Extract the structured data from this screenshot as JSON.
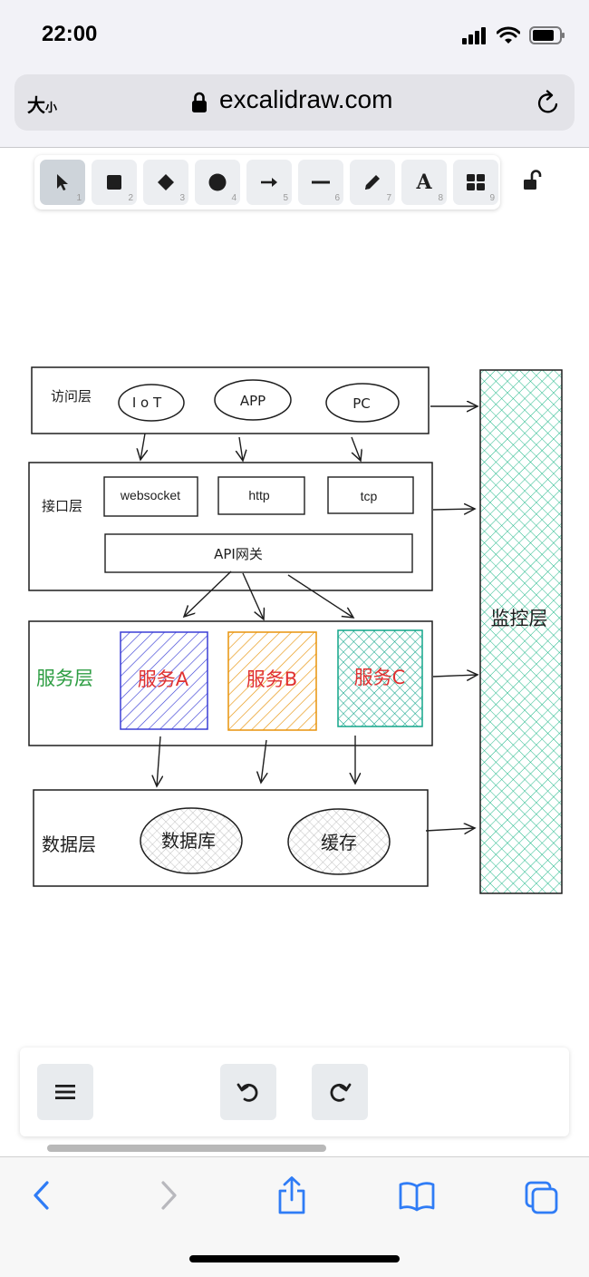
{
  "status_bar": {
    "time": "22:00"
  },
  "address_bar": {
    "text_size_label": "大",
    "text_size_small": "小",
    "url": "excalidraw.com"
  },
  "toolbar": {
    "tools": [
      {
        "icon": "pointer-icon",
        "num": "1"
      },
      {
        "icon": "rectangle-icon",
        "num": "2"
      },
      {
        "icon": "diamond-icon",
        "num": "3"
      },
      {
        "icon": "ellipse-icon",
        "num": "4"
      },
      {
        "icon": "arrow-icon",
        "num": "5"
      },
      {
        "icon": "line-icon",
        "num": "6"
      },
      {
        "icon": "pencil-icon",
        "num": "7"
      },
      {
        "icon": "text-icon",
        "num": "8",
        "glyph": "A"
      },
      {
        "icon": "library-icon",
        "num": "9"
      }
    ]
  },
  "diagram": {
    "access_layer": {
      "label": "访问层",
      "items": [
        "I o T",
        "APP",
        "PC"
      ]
    },
    "interface_layer": {
      "label": "接口层",
      "items": [
        "websocket",
        "http",
        "tcp"
      ],
      "gateway": "API网关"
    },
    "service_layer": {
      "label": "服务层",
      "items": [
        "服务A",
        "服务B",
        "服务C"
      ]
    },
    "data_layer": {
      "label": "数据层",
      "items": [
        "数据库",
        "缓存"
      ]
    },
    "monitor_layer": {
      "label": "监控层"
    }
  },
  "colors": {
    "service_a": "#3b3fd6",
    "service_b": "#e8940b",
    "service_c": "#12a58a",
    "service_layer_label": "#2f9e44",
    "service_text": "#e03131",
    "monitor": "#20b889",
    "ios_blue": "#2f7cf6"
  }
}
